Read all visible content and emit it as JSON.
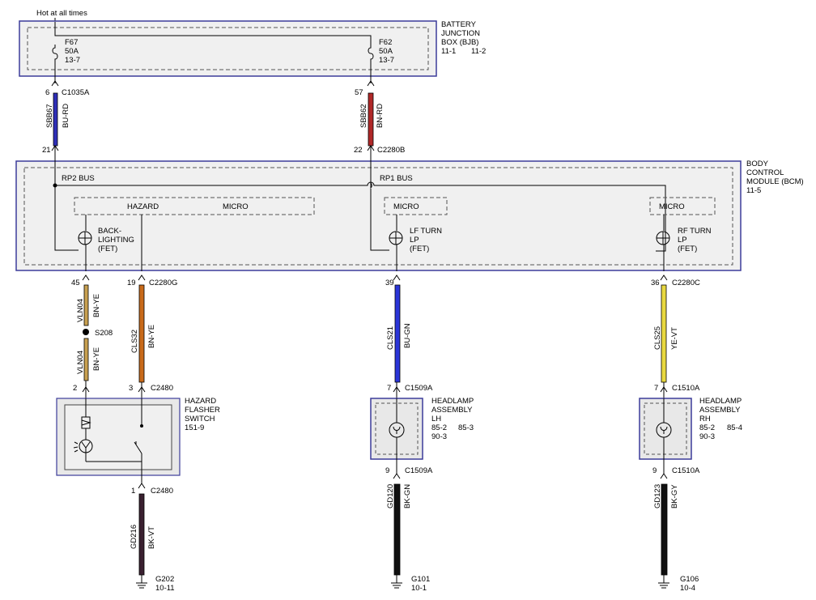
{
  "header": {
    "hot_text": "Hot at all times"
  },
  "bjb": {
    "title_lines": [
      "BATTERY",
      "JUNCTION",
      "BOX (BJB)"
    ],
    "page_ref": "11-1",
    "page_ref2": "11-2",
    "fuses": [
      {
        "id": "F67",
        "rating": "50A",
        "ref": "13-7"
      },
      {
        "id": "F62",
        "rating": "50A",
        "ref": "13-7"
      }
    ]
  },
  "bcm": {
    "title_lines": [
      "BODY",
      "CONTROL",
      "MODULE (BCM)"
    ],
    "page_ref": "11-5",
    "buses": [
      "RP2 BUS",
      "RP1 BUS"
    ],
    "micro_label": "MICRO",
    "hazard_label": "HAZARD",
    "outputs": [
      {
        "lines": [
          "BACK-",
          "LIGHTING",
          "(FET)"
        ]
      },
      {
        "lines": [
          "LF TURN",
          "LP",
          "(FET)"
        ]
      },
      {
        "lines": [
          "RF TURN",
          "LP",
          "(FET)"
        ]
      }
    ]
  },
  "connectors": {
    "c1035a": {
      "pin": "6",
      "name": "C1035A"
    },
    "c2280b_57": {
      "pin": "57"
    },
    "bcm_in_21": {
      "pin": "21"
    },
    "c2280b": {
      "pin": "22",
      "name": "C2280B"
    },
    "bcm_45": {
      "pin": "45"
    },
    "c2280g": {
      "pin": "19",
      "name": "C2280G"
    },
    "c2280_39": {
      "pin": "39"
    },
    "c2280c": {
      "pin": "36",
      "name": "C2280C"
    },
    "splice": {
      "name": "S208"
    },
    "c2480_2": {
      "pin": "2"
    },
    "c2480_3": {
      "pin": "3",
      "name": "C2480"
    },
    "c1509a_7": {
      "pin": "7",
      "name": "C1509A"
    },
    "c1510a_7": {
      "pin": "7",
      "name": "C1510A"
    },
    "c2480_1": {
      "pin": "1",
      "name": "C2480"
    },
    "c1509a_9": {
      "pin": "9",
      "name": "C1509A"
    },
    "c1510a_9": {
      "pin": "9",
      "name": "C1510A"
    }
  },
  "wires": [
    {
      "circuit": "SBB67",
      "color_code": "BU-RD",
      "color": "#2f2fb8"
    },
    {
      "circuit": "SBB62",
      "color_code": "BN-RD",
      "color": "#b02828"
    },
    {
      "circuit": "VLN04",
      "color_code": "BN-YE",
      "color": "#c8a050"
    },
    {
      "circuit": "VLN04",
      "color_code": "BN-YE",
      "color": "#c8a050"
    },
    {
      "circuit": "CLS32",
      "color_code": "BN-YE",
      "color": "#c86a1a"
    },
    {
      "circuit": "CLS21",
      "color_code": "BU-GN",
      "color": "#2a35d8"
    },
    {
      "circuit": "CLS25",
      "color_code": "YE-VT",
      "color": "#e8d840"
    },
    {
      "circuit": "GD216",
      "color_code": "BK-VT",
      "color": "#3a2030"
    },
    {
      "circuit": "GD120",
      "color_code": "BK-GN",
      "color": "#101010"
    },
    {
      "circuit": "GD123",
      "color_code": "BK-GY",
      "color": "#101010"
    }
  ],
  "hazard_switch": {
    "lines": [
      "HAZARD",
      "FLASHER",
      "SWITCH",
      "151-9"
    ]
  },
  "headlamp_lh": {
    "lines": [
      "HEADLAMP",
      "ASSEMBLY",
      "LH",
      "85-2",
      "85-3",
      "90-3"
    ]
  },
  "headlamp_rh": {
    "lines": [
      "HEADLAMP",
      "ASSEMBLY",
      "RH",
      "85-2",
      "85-4",
      "90-3"
    ]
  },
  "grounds": [
    {
      "name": "G202",
      "ref": "10-11"
    },
    {
      "name": "G101",
      "ref": "10-1"
    },
    {
      "name": "G106",
      "ref": "10-4"
    }
  ],
  "colors": {
    "module_border": "#3c3c9a",
    "module_fill": "#f0f0f0",
    "dashed": "#555555",
    "line": "#000000"
  }
}
